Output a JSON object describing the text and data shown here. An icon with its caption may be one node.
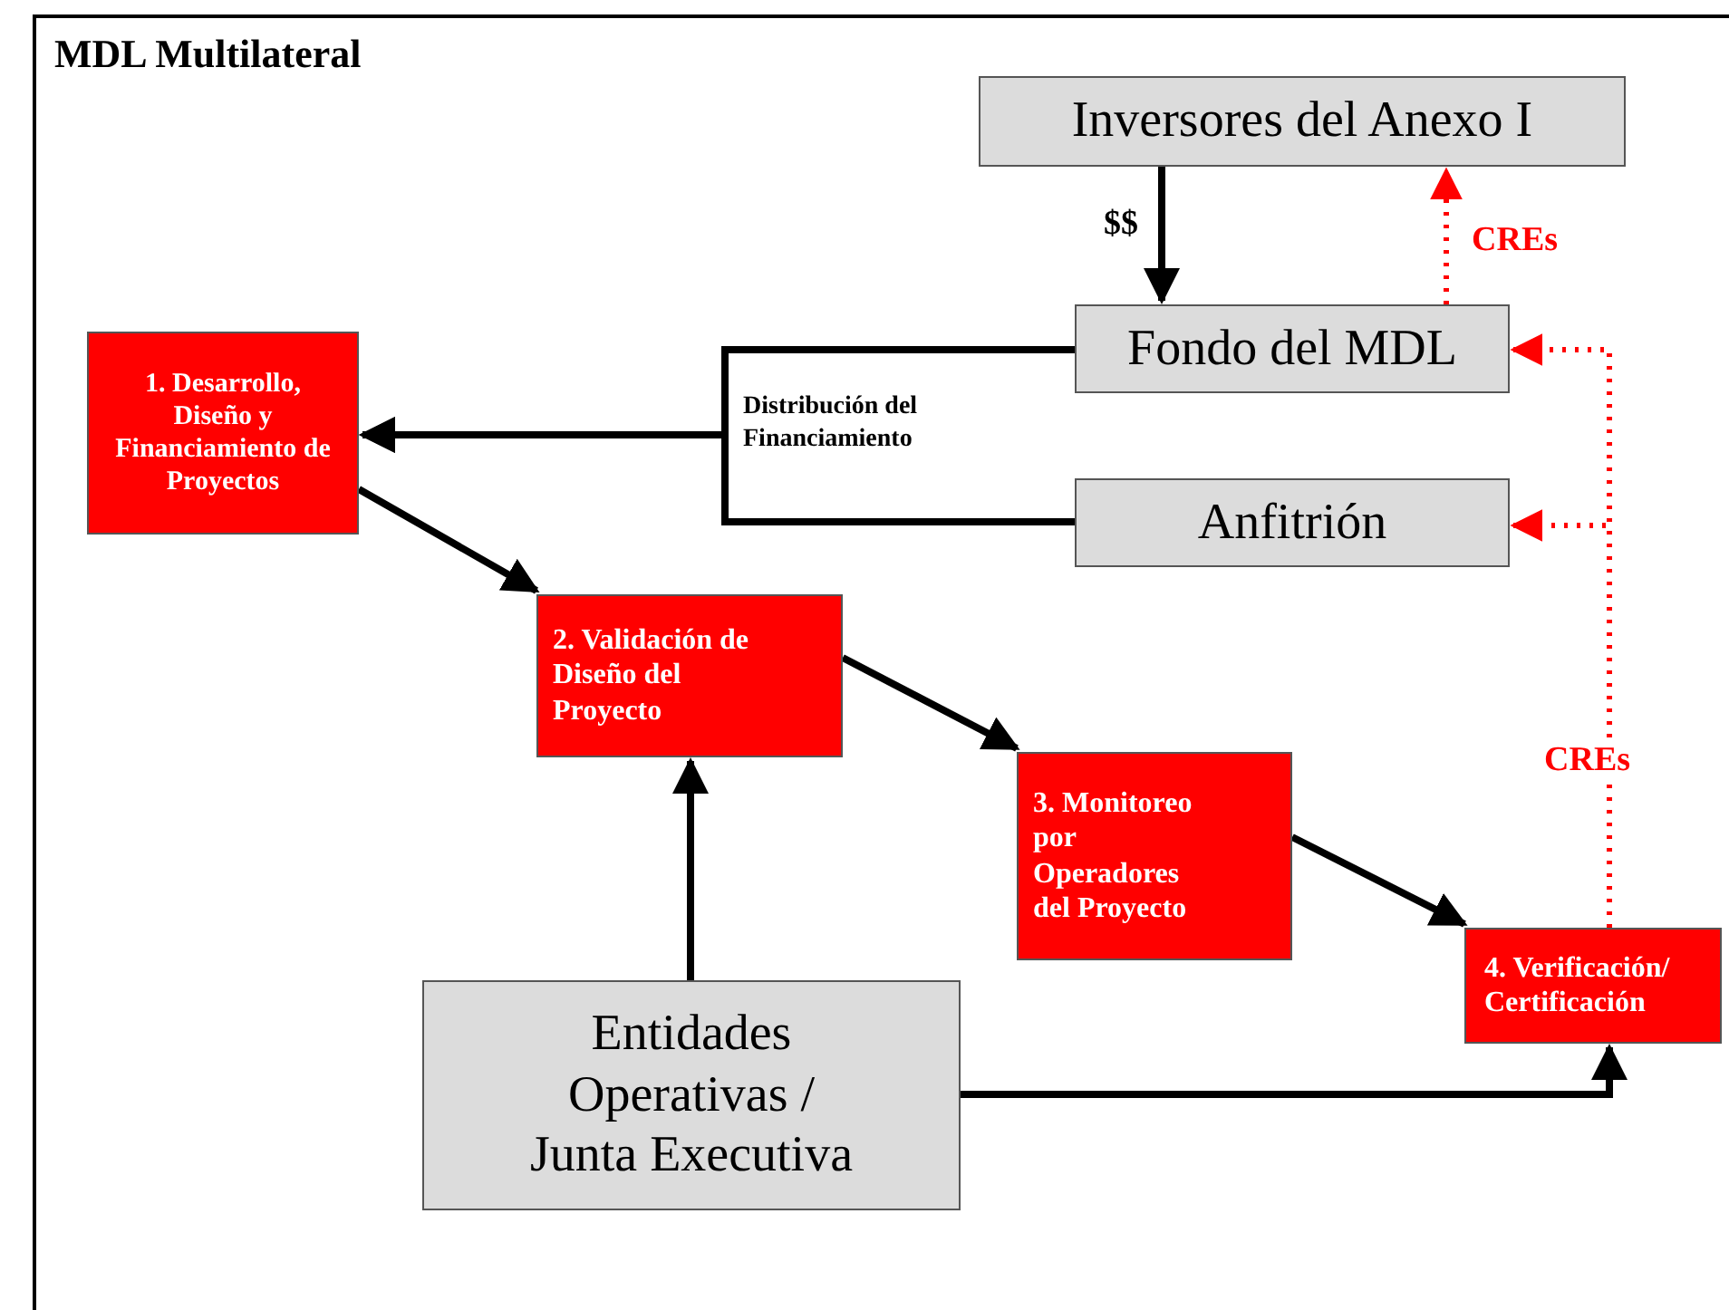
{
  "diagram": {
    "title": "MDL Multilateral",
    "nodes": [
      {
        "text": [
          "Inversores del Anexo I"
        ]
      },
      {
        "text": [
          "Fondo del MDL"
        ]
      },
      {
        "text": [
          "1. Desarrollo, Diseño y Financiamiento de Proyectos"
        ]
      },
      {
        "text": [
          "Anfitrión"
        ]
      },
      {
        "text": [
          "2. Validación de Diseño del Proyecto"
        ]
      },
      {
        "text": [
          "3. Monitoreo por Operadores del Proyecto"
        ]
      },
      {
        "text": [
          "4. Verificación/ Certificación"
        ]
      },
      {
        "text": [
          "Entidades Operativas / Junta Executiva"
        ]
      }
    ],
    "edges": [
      {
        "from": 0,
        "to": 1,
        "arrow": "to",
        "label": "$$"
      },
      {
        "from": 1,
        "to": 2,
        "arrow": "to",
        "label": "Distribución del Financiamiento"
      },
      {
        "from": 3,
        "to": 2,
        "arrow": "to"
      },
      {
        "from": 2,
        "to": 4,
        "arrow": "to"
      },
      {
        "from": 4,
        "to": 5,
        "arrow": "to"
      },
      {
        "from": 5,
        "to": 6,
        "arrow": "to"
      },
      {
        "from": 7,
        "to": 4,
        "arrow": "to"
      },
      {
        "from": 7,
        "to": 6,
        "arrow": "to"
      },
      {
        "from": 6,
        "to": 1,
        "arrow": "to",
        "style": "dashed",
        "color": "#ff0000",
        "label": "CREs"
      },
      {
        "from": 6,
        "to": 3,
        "arrow": "to",
        "style": "dashed",
        "color": "#ff0000"
      },
      {
        "from": 1,
        "to": 0,
        "arrow": "to",
        "style": "dashed",
        "color": "#ff0000",
        "label": "CREs"
      }
    ]
  }
}
